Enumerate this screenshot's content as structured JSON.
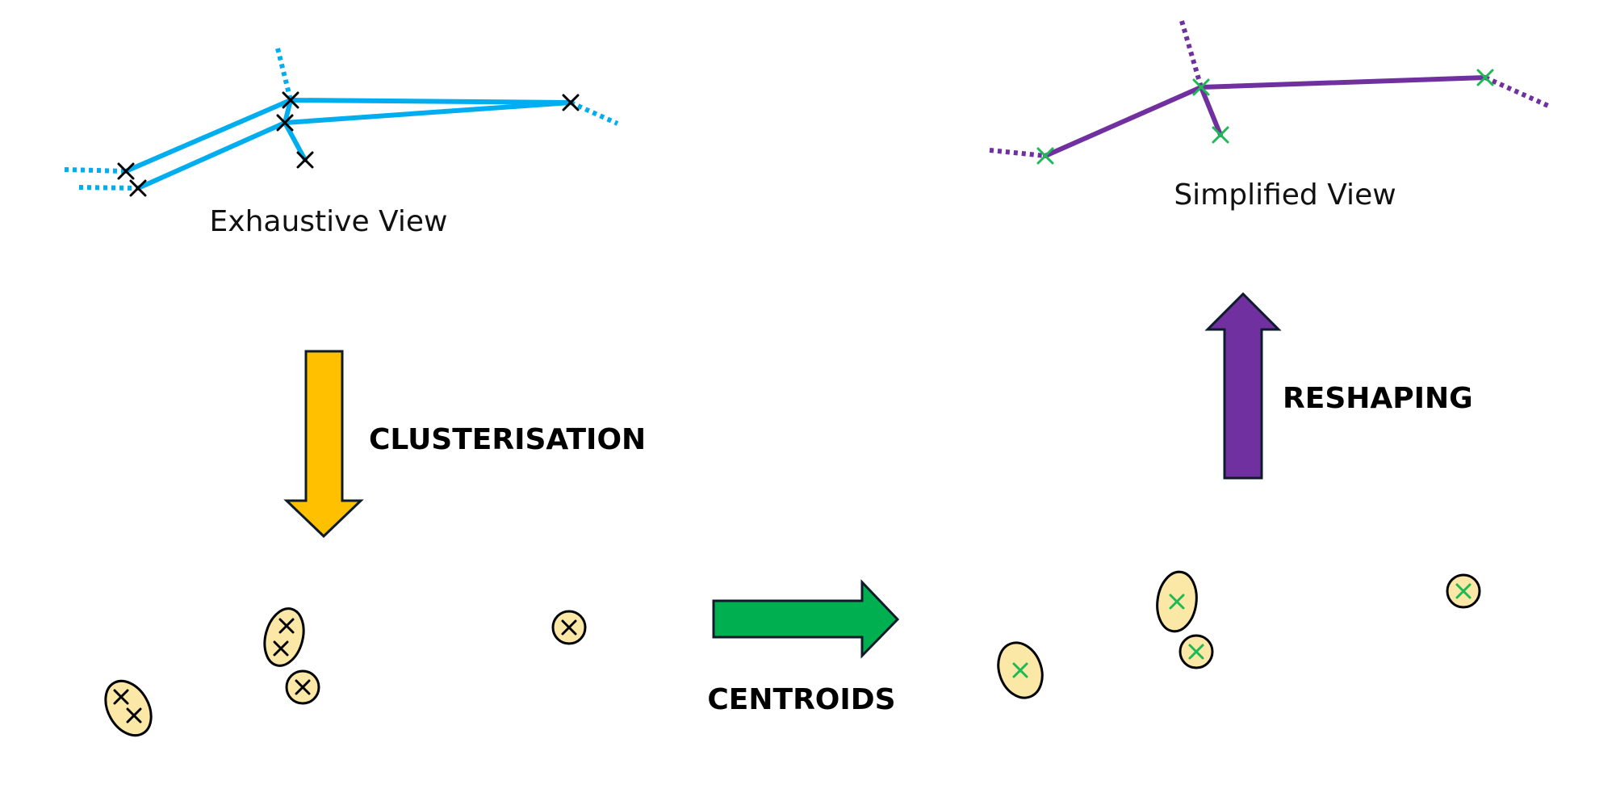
{
  "labels": {
    "exhaustive_view": "Exhaustive View",
    "simplified_view": "Simplified View",
    "clusterisation": "CLUSTERISATION",
    "centroids": "CENTROIDS",
    "reshaping": "RESHAPING"
  },
  "colors": {
    "exhaustive_lines": "#00aeef",
    "simplified_lines": "#7030a0",
    "cluster_fill": "#fce8a6",
    "centroid_marker": "#1db954",
    "arrow_clusterisation": "#ffc000",
    "arrow_centroids": "#00b050",
    "arrow_reshaping": "#7030a0",
    "outline": "#0d1b2a"
  }
}
